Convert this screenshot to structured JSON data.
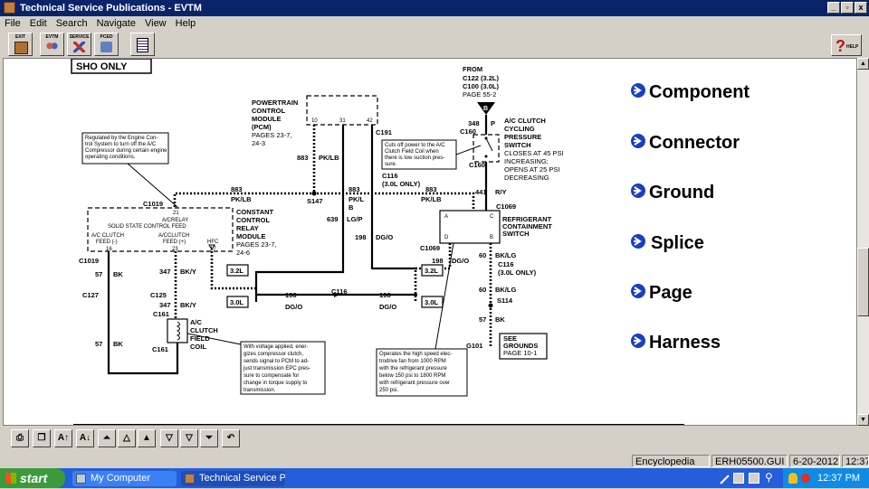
{
  "window": {
    "title": "Technical Service Publications - EVTM"
  },
  "menu": [
    "File",
    "Edit",
    "Search",
    "Navigate",
    "View",
    "Help"
  ],
  "toolbar": {
    "buttons": [
      {
        "label": "EXIT",
        "icon": "exit-door-icon"
      },
      {
        "label": "EVTM",
        "icon": "people-icon"
      },
      {
        "label": "SERVICE",
        "icon": "tools-icon"
      },
      {
        "label": "PCED",
        "icon": "truck-icon"
      },
      {
        "label": "",
        "icon": "document-list-icon"
      }
    ],
    "help_label": "HELP"
  },
  "diagram": {
    "badge": "SHO ONLY",
    "pcm": {
      "lines": [
        "POWERTRAIN",
        "CONTROL",
        "MODULE",
        "(PCM)"
      ],
      "pages": [
        "PAGES 23-7,",
        "24-3"
      ],
      "pins": [
        "10",
        "31",
        "42"
      ]
    },
    "from": {
      "lines": [
        "FROM",
        "C122 (3.2L)",
        "C100 (3.0L)",
        "PAGE 55-2"
      ]
    },
    "switch": {
      "lines": [
        "A/C CLUTCH",
        "CYCLING",
        "PRESSURE",
        "SWITCH"
      ],
      "spec": [
        "CLOSES AT 45 PSI",
        "INCREASING;",
        "OPENS AT 25 PSI",
        "DECREASING"
      ]
    },
    "relay": {
      "lines": [
        "CONSTANT",
        "CONTROL",
        "RELAY",
        "MODULE"
      ],
      "pages": [
        "PAGES 23-7,",
        "24-6"
      ],
      "inner": [
        "A/CRELAY",
        "SOLID STATE    CONTROL  FEED",
        "A/C CLUTCH",
        "FEED (-)",
        "A/CCLUTCH",
        "FEED (+)",
        "HFC"
      ],
      "pins": [
        "21",
        "16",
        "23",
        "17"
      ]
    },
    "containment": {
      "lines": [
        "REFRIGERANT",
        "CONTAINMENT",
        "SWITCH"
      ]
    },
    "clutch": {
      "lines": [
        "A/C",
        "CLUTCH",
        "FIELD",
        "COIL"
      ]
    },
    "grounds": {
      "lines": [
        "SEE",
        "GROUNDS",
        "PAGE 10-1"
      ]
    },
    "notes": {
      "regulated": [
        "Regulated by the Engine Con-",
        "trol System to turn off the A/C",
        "Compressor during certain engine",
        "operating conditions."
      ],
      "cutoff": [
        "Cuts off power to the A/C",
        "Clutch Field Coil when",
        "there is low suction pres-",
        "sure."
      ],
      "voltage": [
        "With voltage applied, ener-",
        "gizes compressor clutch,",
        "sends signal to PCM to ad-",
        "just transmission EPC pres-",
        "sure to compensate for",
        "change in torque supply to",
        "transmission."
      ],
      "fan": [
        "Operates the high speed elec-",
        "trodrive fan from 1000 RPM",
        "with the refrigerant pressure",
        "below 150 psi to 1800 RPM",
        "with refrigerant pressure over",
        "250 psi."
      ]
    },
    "labels": {
      "c1019a": "C1019",
      "c1019b": "C1019",
      "c127": "C127",
      "c125": "C125",
      "c161a": "C161",
      "c161b": "C161",
      "c191": "C191",
      "c160a": "C160",
      "c160b": "C160",
      "c116a": "C116",
      "c116a_note": "(3.0L ONLY)",
      "c1069a": "C1069",
      "c1069b": "C1069",
      "c116b": "C116",
      "c116b_note": "(3.0L ONLY)",
      "c116c": "C116",
      "s147": "S147",
      "s114": "S114",
      "g101": "G101",
      "w883a": "883",
      "pklb_a": "PK/LB",
      "w883b": "883",
      "pklb_b": "PK/LB",
      "w883c": "883",
      "pkl_c": "PK/L",
      "b_c": "B",
      "w883d": "883",
      "pklb_d": "PK/LB",
      "w639": "639",
      "lgp": "LG/P",
      "w198a": "198",
      "dgo_a": "DG/O",
      "w198b": "198",
      "dgo_b": "DG/O",
      "w198c": "198",
      "dgo_c": "DG/O",
      "w198d": "198",
      "dgo_d": "DG/O",
      "w348": "348",
      "p348": "P",
      "w441": "441",
      "ry": "R/Y",
      "w60a": "60",
      "bklg_a": "BK/LG",
      "w60b": "60",
      "bklg_b": "BK/LG",
      "w57a": "57",
      "bk_a": "BK",
      "w57b": "57",
      "bk_b": "BK",
      "w57c": "57",
      "bk_c": "BK",
      "w347a": "347",
      "bky_a": "BK/Y",
      "w347b": "347",
      "bky_b": "BK/Y",
      "l32a": "3.2L",
      "l30a": "3.0L",
      "l32b": "3.2L",
      "l30b": "3.0L",
      "b_pin": "B",
      "pin_a": "A",
      "pin_c": "C",
      "pin_d": "D",
      "pin_b": "B"
    },
    "legend": [
      "Component",
      "Connector",
      "Ground",
      "Splice",
      "Page",
      "Harness"
    ]
  },
  "status": {
    "encyclopedia": "Encyclopedia",
    "file": "ERH05500.GUI",
    "date": "6-20-2012",
    "time": "12:37"
  },
  "taskbar": {
    "start": "start",
    "items": [
      "My Computer",
      "Technical Service Pub..."
    ],
    "clock": "12:37 PM"
  }
}
